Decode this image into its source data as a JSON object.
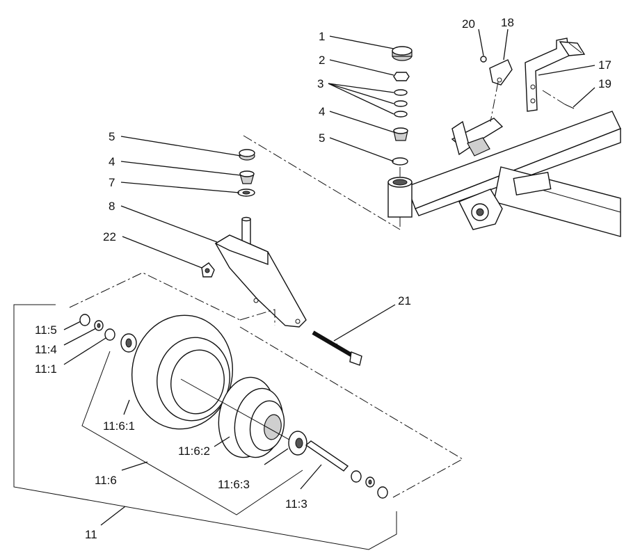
{
  "callouts": {
    "c1": "1",
    "c2": "2",
    "c3": "3",
    "c4_top": "4",
    "c5_top": "5",
    "c5_left": "5",
    "c4_left": "4",
    "c7": "7",
    "c8": "8",
    "c22": "22",
    "c21": "21",
    "c20": "20",
    "c18": "18",
    "c17": "17",
    "c19": "19",
    "c11_5": "11:5",
    "c11_4": "11:4",
    "c11_1": "11:1",
    "c11_6_1": "11:6:1",
    "c11_6_2": "11:6:2",
    "c11_6_3": "11:6:3",
    "c11_6": "11:6",
    "c11_3": "11:3",
    "c11": "11"
  }
}
